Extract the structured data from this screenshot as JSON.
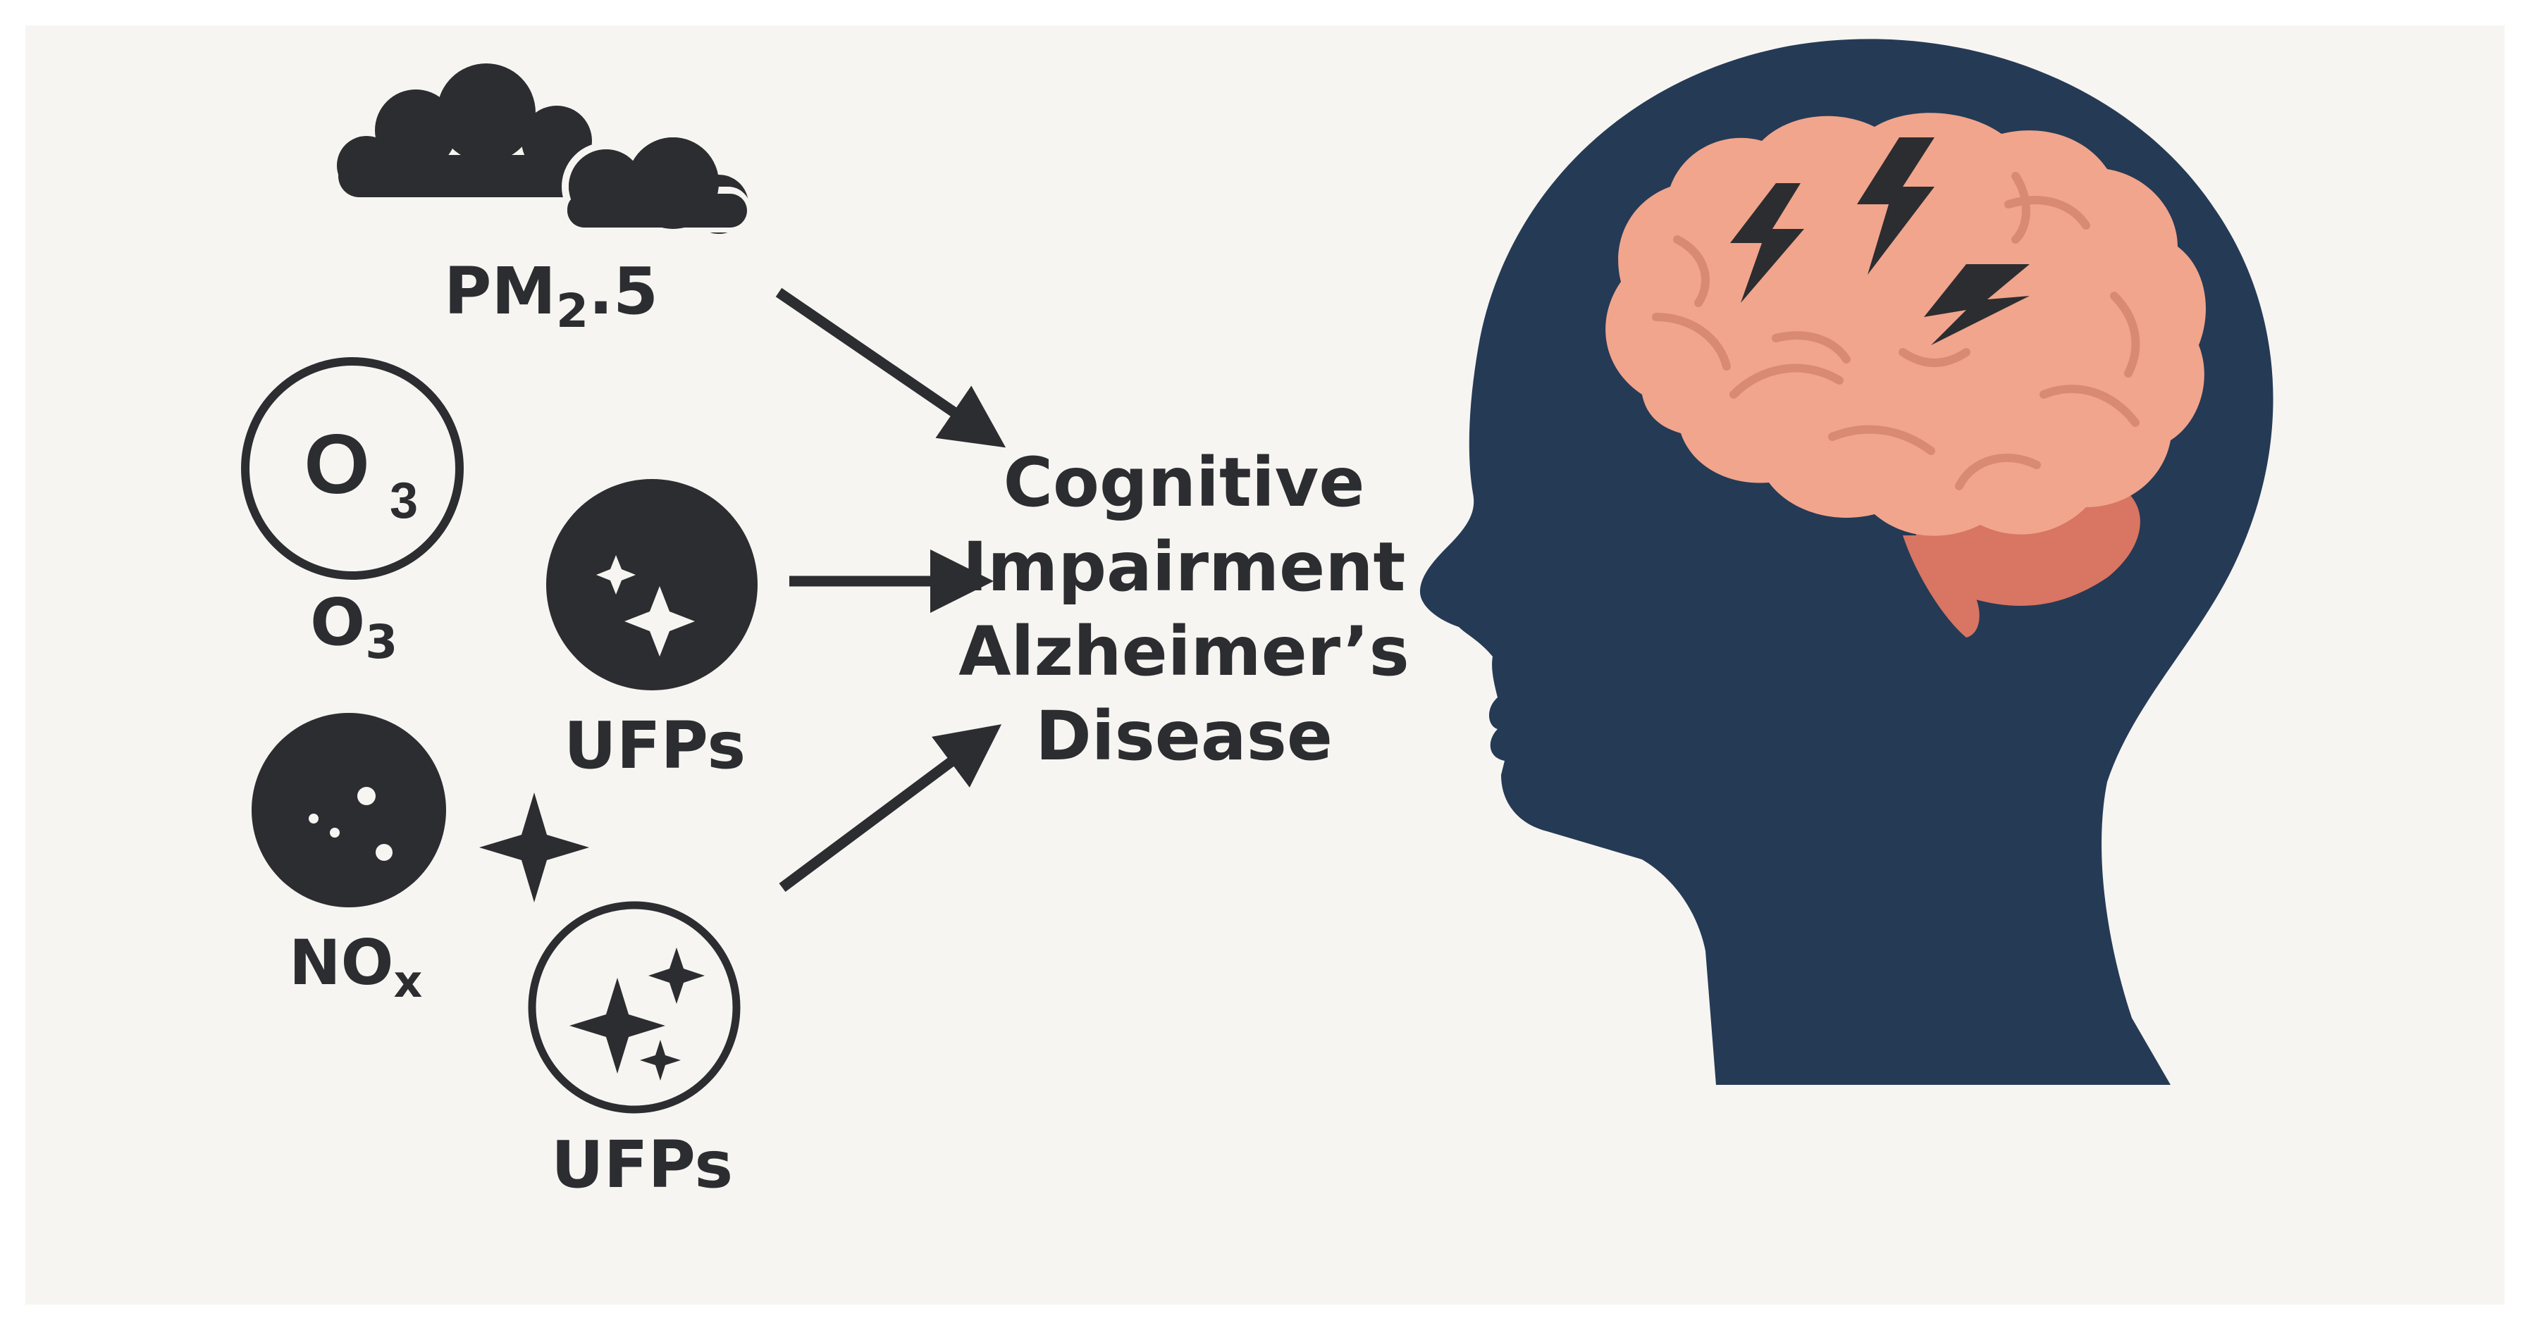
{
  "labels": {
    "pm25": {
      "main": "PM",
      "sub": "2",
      "rest": ".5"
    },
    "o3_symbol": {
      "main": "O",
      "sub": "3"
    },
    "o3": {
      "main": "O",
      "sub": "3"
    },
    "ufps_top": "UFPs",
    "nox": {
      "main": "NO",
      "sub": "x"
    },
    "ufps_bottom": "UFPs"
  },
  "outcome": {
    "line1": "Cognitive",
    "line2": "Impairment",
    "line3": "Alzheimer’s",
    "line4": "Disease"
  },
  "icons": {
    "pollution_cloud": "cloud-icon",
    "ozone": "ozone-circle-icon",
    "ufp_particle": "particle-sparkle-icon",
    "nox_particle": "dotted-particle-icon",
    "sparkle": "sparkle-icon",
    "ufp_outline": "sparkle-outline-circle-icon",
    "head": "human-head-silhouette-icon",
    "brain": "brain-icon",
    "lightning": "lightning-icon"
  },
  "colors": {
    "background": "#f7f5f2",
    "ink": "#2c2d30",
    "head": "#253a55",
    "brain": "#f1a58c",
    "brain_shadow": "#d87563",
    "brain_lines": "#d98a73"
  }
}
